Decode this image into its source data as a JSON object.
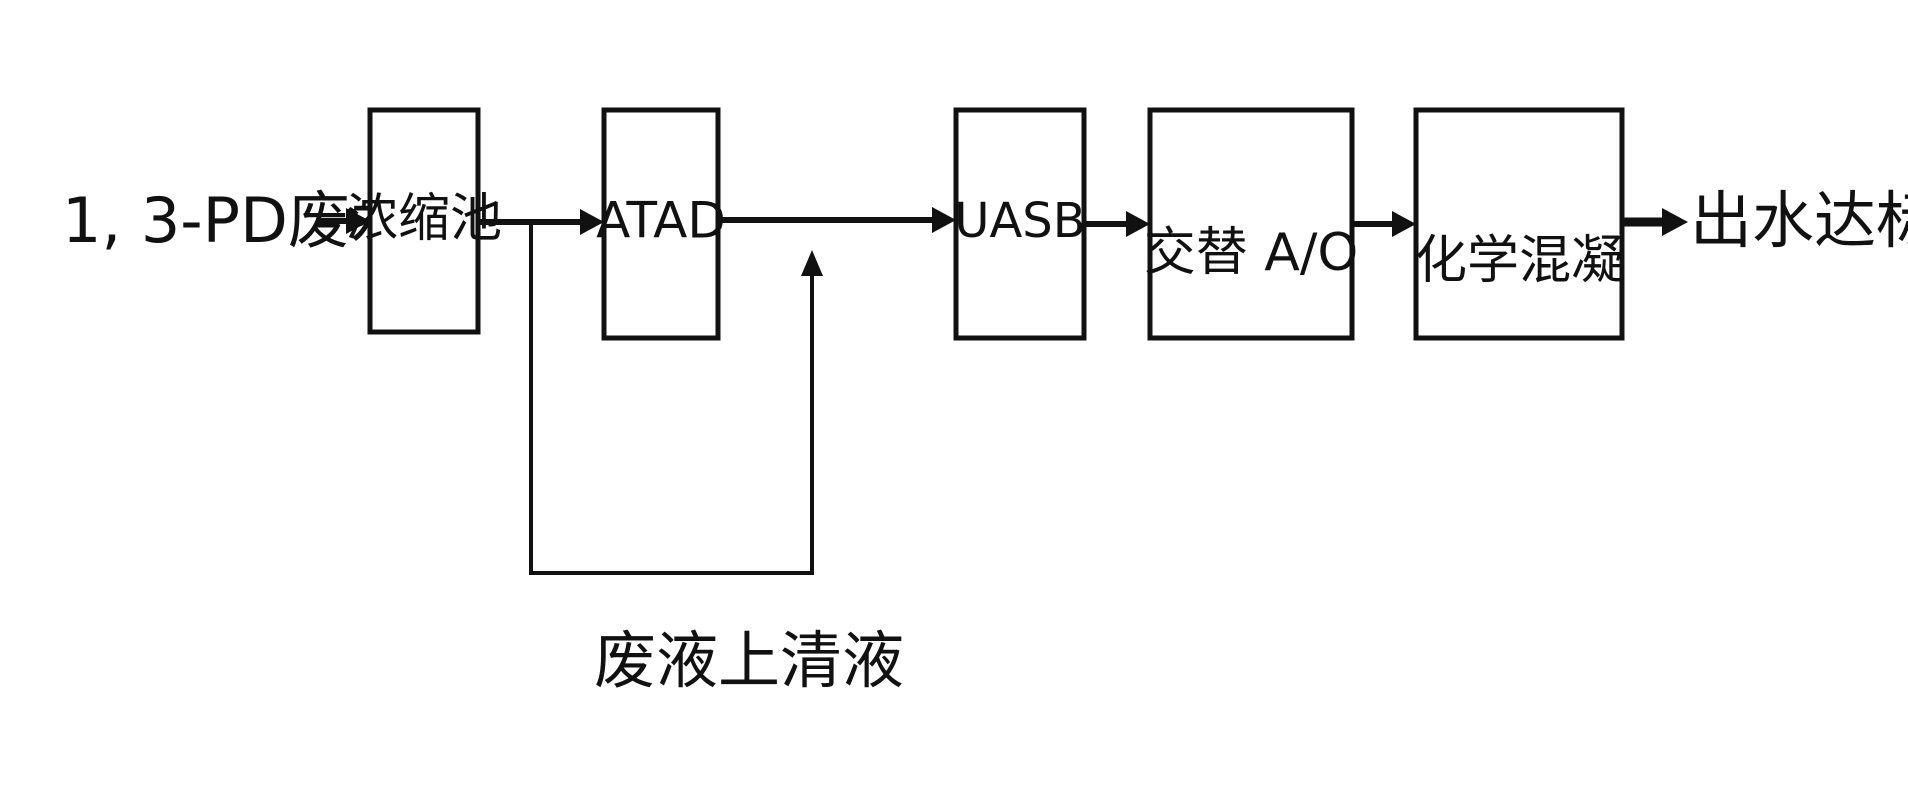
{
  "input_label": "1, 3-PD废水",
  "output_label": "出水达标",
  "return_label": "废液上清液",
  "steps": [
    {
      "label": "浓缩池"
    },
    {
      "label": "ATAD"
    },
    {
      "label": "UASB"
    },
    {
      "label": "交替 A/O"
    },
    {
      "label": "化学混凝"
    }
  ]
}
